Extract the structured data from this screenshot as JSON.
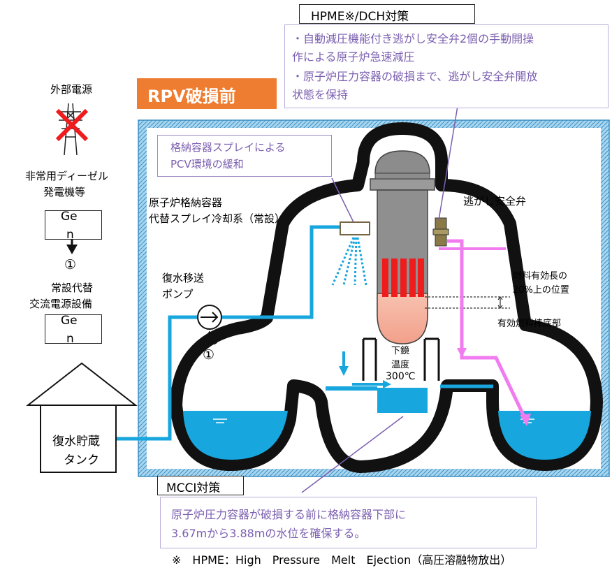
{
  "header_hpme": {
    "title": "HPME※/DCH対策"
  },
  "hpme_notes": {
    "line1": "・自動減圧機能付き逃がし安全弁2個の手動開操",
    "line2": "作による原子炉急速減圧",
    "line3": "・原子炉圧力容器の破損まで、逃がし安全弁開放",
    "line4": "状態を保持"
  },
  "banner": {
    "label": "RPV破損前",
    "color": "#ee7d31"
  },
  "offsite_power": {
    "label": "外部電源"
  },
  "spray_note": {
    "line1": "格納容器スプレイによる",
    "line2": "PCV環境の緩和"
  },
  "edg": {
    "line1": "非常用ディーゼル",
    "line2": "発電機等"
  },
  "spray_system": {
    "line1": "原子炉格納容器",
    "line2": "代替スプレイ冷却系（常設）"
  },
  "srv": {
    "label": "逃がし安全弁"
  },
  "gen1": {
    "line1": "Ge",
    "line2": "n"
  },
  "gen2": {
    "line1": "Ge",
    "line2": "n"
  },
  "marker1": {
    "label": "①"
  },
  "marker2": {
    "label": "①"
  },
  "alt_ac": {
    "line1": "常設代替",
    "line2": "交流電源設備"
  },
  "pump": {
    "line1": "復水移送",
    "line2": "ポンプ"
  },
  "fuel_level": {
    "line1": "燃料有効長の",
    "line2": "20%上の位置"
  },
  "fuel_bottom": {
    "label": "有効燃料棒底部"
  },
  "lower_head": {
    "line1": "下鏡",
    "line2": "温度",
    "line3": "300℃"
  },
  "tank": {
    "line1": "復水貯蔵",
    "line2": "タンク"
  },
  "mcci_header": {
    "title": "MCCI対策"
  },
  "mcci_note": {
    "line1": "原子炉圧力容器が破損する前に格納容器下部に",
    "line2": "3.67mから3.88mの水位を確保する。"
  },
  "footnote": {
    "label": "※　HPME：High　Pressure　Melt　Ejection（高圧溶融物放出）"
  },
  "colors": {
    "water": "#17a6dd",
    "pink": "#f07cf0",
    "fuel": "#ee1c1c",
    "rpv": "#8c8c8c",
    "callout": "#7b5fb0"
  }
}
